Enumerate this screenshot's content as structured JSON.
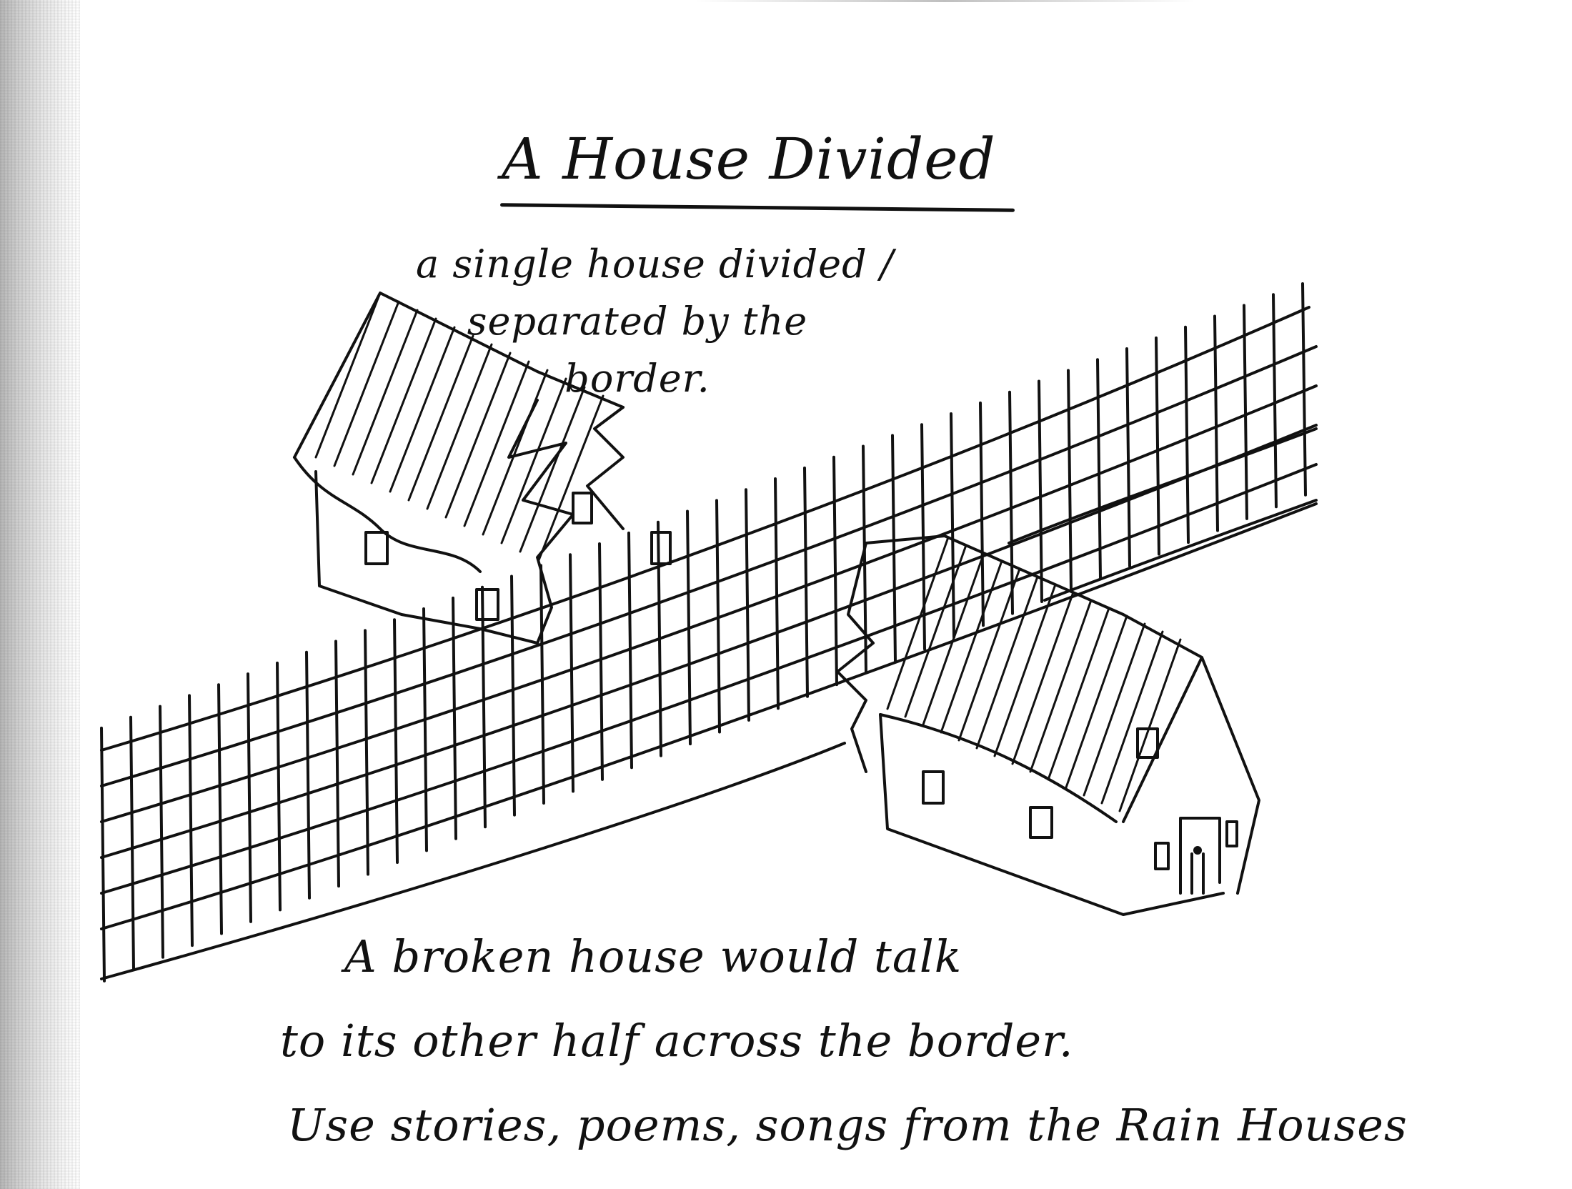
{
  "title": "A House Divided",
  "subtitle_lines": [
    "a single house divided /",
    "separated by the",
    "border."
  ],
  "caption_lines": [
    "A broken house would talk",
    "to its other half across the border.",
    "Use stories, poems, songs from the Rain Houses"
  ]
}
